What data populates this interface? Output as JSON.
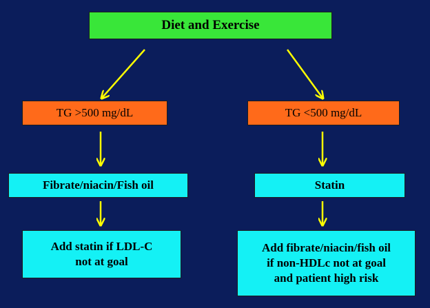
{
  "colors": {
    "background": "#0b1d5b",
    "start": "#39e639",
    "condition": "#ff6a1a",
    "treatment": "#14f1f5",
    "arrow": "#ffff00"
  },
  "flow": {
    "start": "Diet and Exercise",
    "left": {
      "condition": "TG >500 mg/dL",
      "treatment": "Fibrate/niacin/Fish oil",
      "add_lines": [
        "Add statin if LDL-C",
        "not at goal"
      ]
    },
    "right": {
      "condition": "TG <500 mg/dL",
      "treatment": "Statin",
      "add_lines": [
        "Add fibrate/niacin/fish oil",
        "if non-HDLc not at goal",
        "and patient high risk"
      ]
    }
  }
}
